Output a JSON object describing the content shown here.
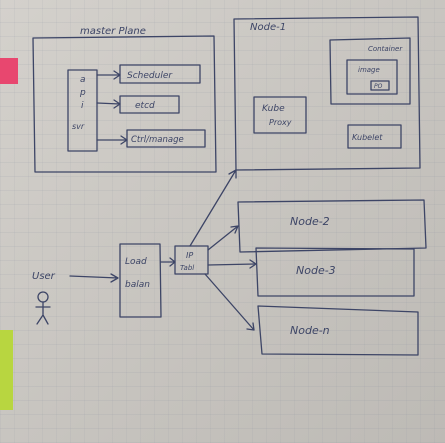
{
  "master_plane": {
    "title": "master Plane"
  },
  "api_server": {
    "line1": "a",
    "line2": "p",
    "line3": "i",
    "line4": "svr"
  },
  "scheduler": {
    "label": "Scheduler"
  },
  "etcd": {
    "label": "etcd"
  },
  "controller": {
    "label": "Ctrl/manage"
  },
  "node1": {
    "title": "Node-1"
  },
  "container": {
    "title": "Container",
    "image": "image",
    "tag": "PO"
  },
  "kube_proxy": {
    "line1": "Kube",
    "line2": "Proxy"
  },
  "kubelet": {
    "label": "Kubelet"
  },
  "node2": {
    "label": "Node-2"
  },
  "node3": {
    "label": "Node-3"
  },
  "noden": {
    "label": "Node-n"
  },
  "user": {
    "label": "User"
  },
  "load_balancer": {
    "line1": "Load",
    "line2": "balan"
  },
  "ip_tables": {
    "line1": "IP",
    "line2": "Tabl"
  },
  "colors": {
    "ink": "#3d4566",
    "paper": "#cfccc7",
    "sticky_pink": "#e8476f",
    "sticky_green": "#b8d640"
  }
}
